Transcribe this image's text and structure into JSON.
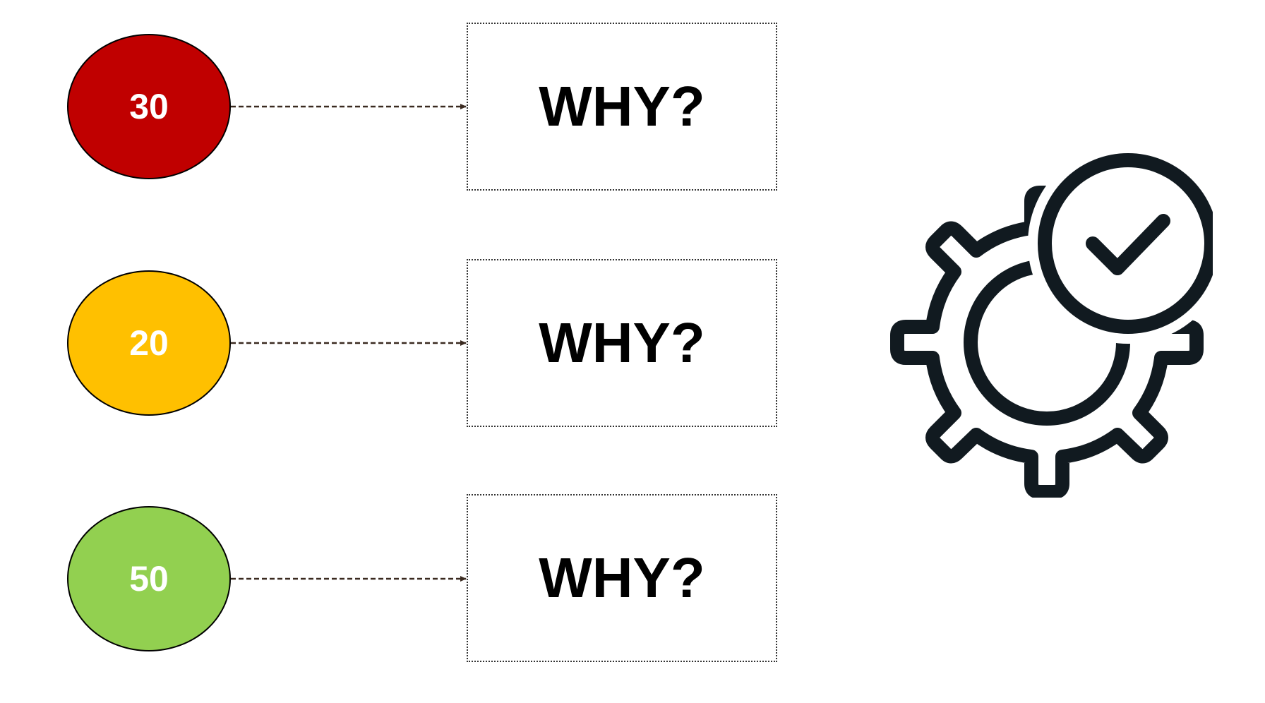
{
  "rows": [
    {
      "value": "30",
      "color": "#c00000",
      "question": "WHY?"
    },
    {
      "value": "20",
      "color": "#ffc000",
      "question": "WHY?"
    },
    {
      "value": "50",
      "color": "#92d050",
      "question": "WHY?"
    }
  ],
  "icons": {
    "gear": "gear-with-checkmark-icon"
  },
  "colors": {
    "connector": "#3a2a20",
    "icon_stroke": "#111a20",
    "box_border": "#333333"
  }
}
